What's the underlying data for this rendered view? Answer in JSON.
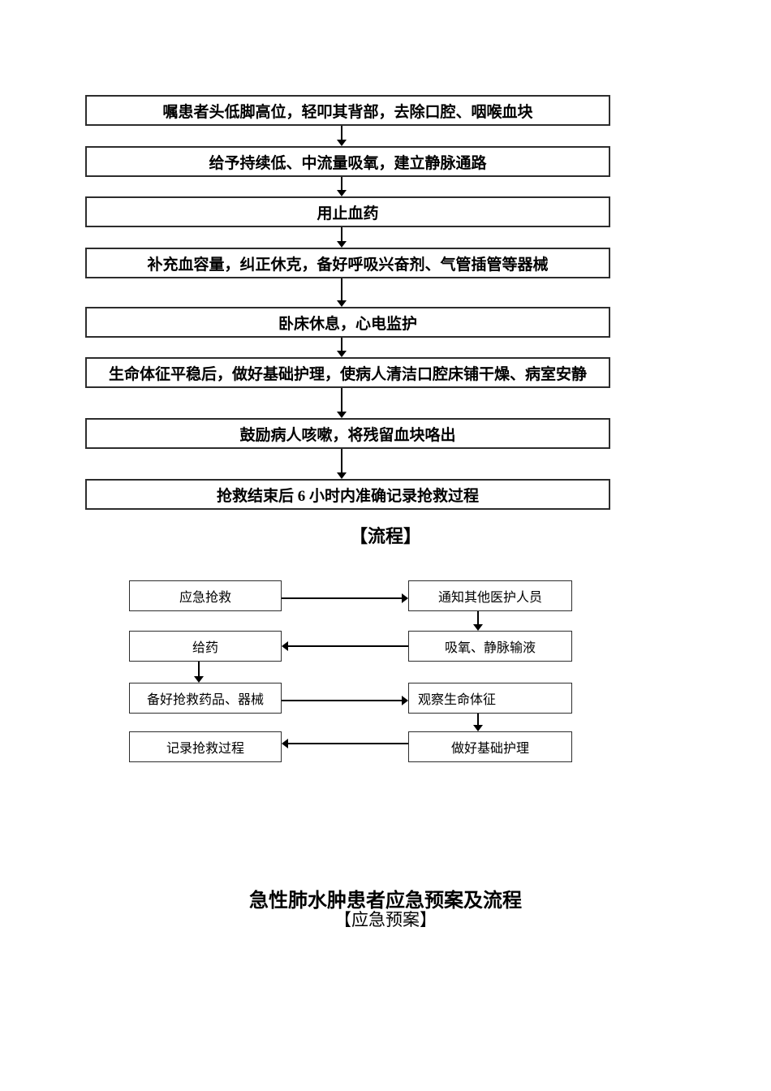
{
  "document": {
    "flowchart_rescue_steps": {
      "steps": [
        "嘱患者头低脚高位，轻叩其背部，去除口腔、咽喉血块",
        "给予持续低、中流量吸氧，建立静脉通路",
        "用止血药",
        "补充血容量，纠正休克，备好呼吸兴奋剂、气管插管等器械",
        "卧床休息，心电监护",
        "生命体征平稳后，做好基础护理，使病人清洁口腔床铺干燥、病室安静",
        "鼓励病人咳嗽，将残留血块咯出",
        "抢救结束后 6 小时内准确记录抢救过程"
      ]
    },
    "section_heading_process": "【流程】",
    "flowchart_process": {
      "rows": [
        {
          "left": "应急抢救",
          "right": "通知其他医护人员"
        },
        {
          "left": "给药",
          "right": "吸氧、静脉输液"
        },
        {
          "left": "备好抢救药品、器械",
          "right": "观察生命体征"
        },
        {
          "left": "记录抢救过程",
          "right": "做好基础护理"
        }
      ]
    },
    "next_section": {
      "title": "急性肺水肿患者应急预案及流程",
      "section_heading": "【应急预案】"
    },
    "colors": {
      "background": "#ffffff",
      "text": "#000000",
      "box_border": "#2d2d2d",
      "arrow": "#000000"
    }
  }
}
